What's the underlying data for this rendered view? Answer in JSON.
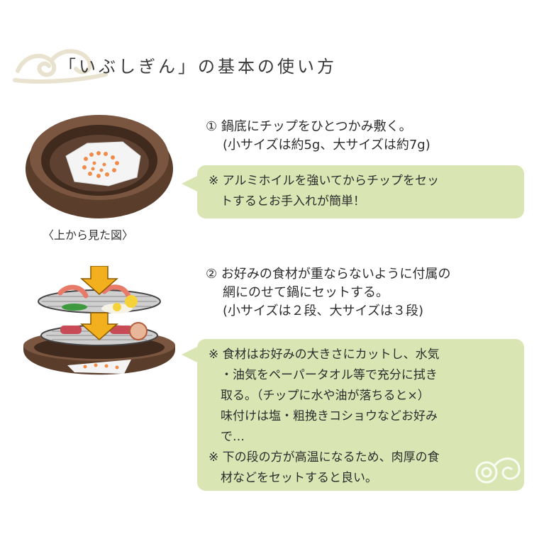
{
  "header": {
    "title": "「いぶしぎん」の基本の使い方"
  },
  "figure1": {
    "caption": "〈上から見た図〉"
  },
  "step1": {
    "line1": "① 鍋底にチップをひとつかみ敷く。",
    "line2": "(小サイズは約5g、大サイズは約7g)"
  },
  "note1": {
    "lines": [
      "※ アルミホイルを強いてからチップをセッ",
      "　トするとお手入れが簡単！"
    ]
  },
  "step2": {
    "line1": "② お好みの食材が重ならないように付属の",
    "line2": "網にのせて鍋にセットする。",
    "line3": "(小サイズは２段、大サイズは３段)"
  },
  "note2": {
    "lines": [
      "※ 食材はお好みの大きさにカットし、水気",
      "　・油気をペーパータオル等で充分に拭き",
      "　取る。（チップに水や油が落ちると×）",
      "　味付けは塩・粗挽きコショウなどお好み",
      "　で…",
      "※ 下の段の方が高温になるため、肉厚の食",
      "　材などをセットすると良い。"
    ]
  },
  "colors": {
    "bubble": "#d9e6b4",
    "bowl": "#6b4a35",
    "arrow": "#f2b01e"
  }
}
